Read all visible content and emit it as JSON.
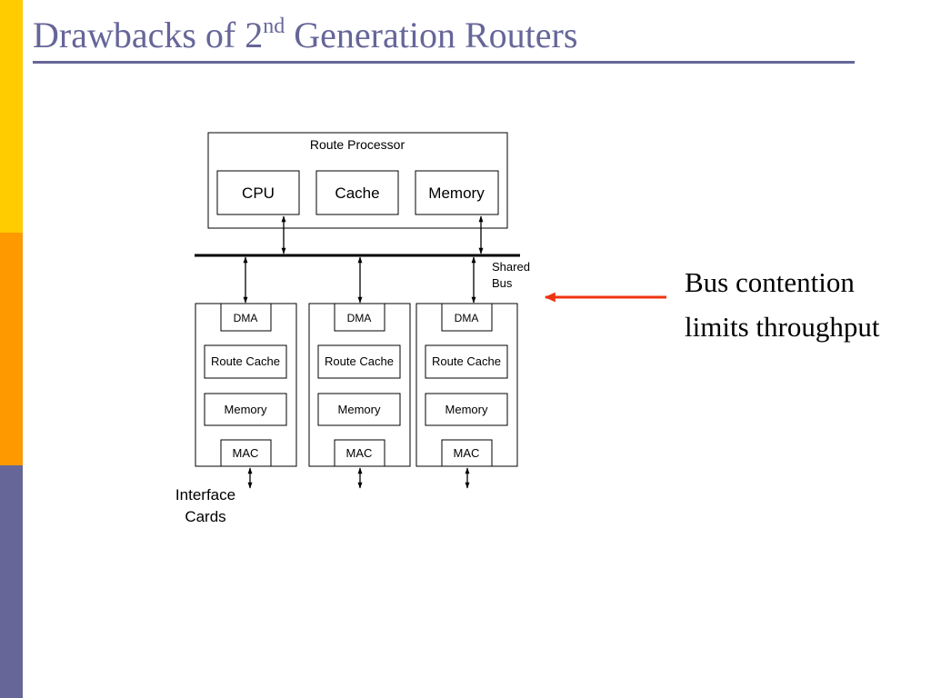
{
  "colors": {
    "stripe_top": "#FFCC00",
    "stripe_middle": "#FF9900",
    "stripe_bottom": "#666699",
    "title": "#666699",
    "title_rule": "#666699",
    "arrow": "#EE3311"
  },
  "title": {
    "prefix": "Drawbacks of 2",
    "superscript": "nd",
    "suffix": " Generation Routers"
  },
  "diagram": {
    "route_processor": {
      "label": "Route Processor",
      "cpu": "CPU",
      "cache": "Cache",
      "memory": "Memory"
    },
    "shared_bus": {
      "line1": "Shared",
      "line2": "Bus"
    },
    "interface_card": {
      "dma": "DMA",
      "route_cache": "Route Cache",
      "memory": "Memory",
      "mac": "MAC"
    },
    "interface_cards_label": {
      "line1": "Interface",
      "line2": "Cards"
    }
  },
  "annotation": {
    "line1": "Bus contention",
    "line2": "limits throughput"
  }
}
